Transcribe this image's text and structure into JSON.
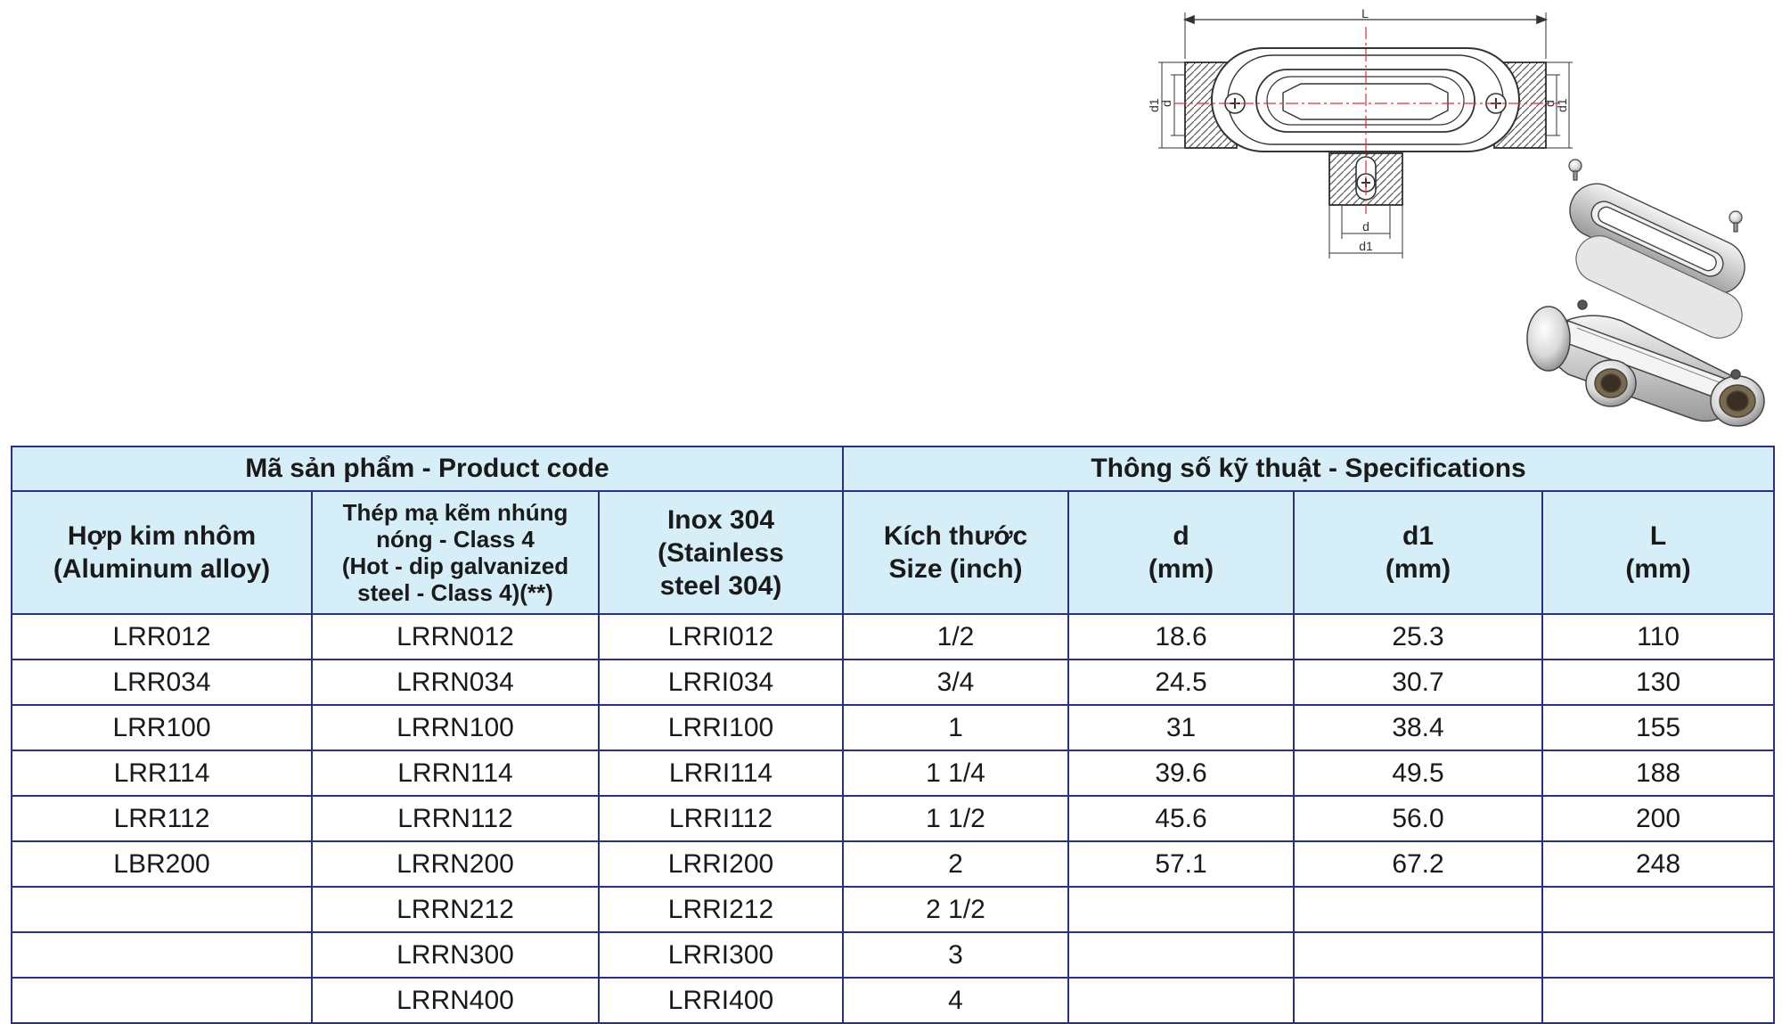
{
  "drawing": {
    "dim_L": "L",
    "dim_d": "d",
    "dim_d1": "d1"
  },
  "table": {
    "group_headers": {
      "product_code": "Mã sản phẩm - Product code",
      "specifications": "Thông số kỹ thuật - Specifications"
    },
    "columns": {
      "aluminum": [
        "Hợp kim nhôm",
        "(Aluminum alloy)"
      ],
      "galvanized": [
        "Thép mạ kẽm nhúng",
        "nóng - Class 4",
        "(Hot - dip galvanized",
        "steel - Class 4)(**)"
      ],
      "inox": [
        "Inox 304",
        "(Stainless",
        "steel 304)"
      ],
      "size": [
        "Kích thước",
        "Size (inch)"
      ],
      "d": [
        "d",
        "(mm)"
      ],
      "d1": [
        "d1",
        "(mm)"
      ],
      "L": [
        "L",
        "(mm)"
      ]
    },
    "rows": [
      {
        "aluminum": "LRR012",
        "galvanized": "LRRN012",
        "inox": "LRRI012",
        "size": "1/2",
        "d": "18.6",
        "d1": "25.3",
        "L": "110"
      },
      {
        "aluminum": "LRR034",
        "galvanized": "LRRN034",
        "inox": "LRRI034",
        "size": "3/4",
        "d": "24.5",
        "d1": "30.7",
        "L": "130"
      },
      {
        "aluminum": "LRR100",
        "galvanized": "LRRN100",
        "inox": "LRRI100",
        "size": "1",
        "d": "31",
        "d1": "38.4",
        "L": "155"
      },
      {
        "aluminum": "LRR114",
        "galvanized": "LRRN114",
        "inox": "LRRI114",
        "size": "1 1/4",
        "d": "39.6",
        "d1": "49.5",
        "L": "188"
      },
      {
        "aluminum": "LRR112",
        "galvanized": "LRRN112",
        "inox": "LRRI112",
        "size": "1 1/2",
        "d": "45.6",
        "d1": "56.0",
        "L": "200"
      },
      {
        "aluminum": "LBR200",
        "galvanized": "LRRN200",
        "inox": "LRRI200",
        "size": "2",
        "d": "57.1",
        "d1": "67.2",
        "L": "248"
      },
      {
        "aluminum": "",
        "galvanized": "LRRN212",
        "inox": "LRRI212",
        "size": "2 1/2",
        "d": "",
        "d1": "",
        "L": ""
      },
      {
        "aluminum": "",
        "galvanized": "LRRN300",
        "inox": "LRRI300",
        "size": "3",
        "d": "",
        "d1": "",
        "L": ""
      },
      {
        "aluminum": "",
        "galvanized": "LRRN400",
        "inox": "LRRI400",
        "size": "4",
        "d": "",
        "d1": "",
        "L": ""
      }
    ]
  },
  "colors": {
    "border": "#2a2f8c",
    "header_bg": "#d6eef8",
    "centerline": "#e0303a"
  }
}
